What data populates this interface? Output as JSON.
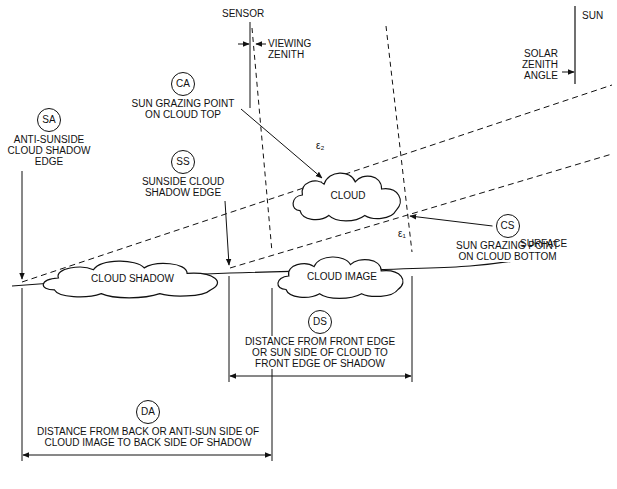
{
  "diagram": {
    "nodes": [
      {
        "text": [
          "CA",
          "SUN GRAZING POINT ON CLOUD TOP"
        ]
      },
      {
        "text": [
          "SA",
          "ANTI-SUNSIDE CLOUD SHADOW EDGE"
        ]
      },
      {
        "text": [
          "SS",
          "SUNSIDE CLOUD SHADOW EDGE"
        ]
      },
      {
        "text": [
          "CLOUD"
        ]
      },
      {
        "text": [
          "CS",
          "SUN GRAZING POINT ON CLOUD BOTTOM"
        ]
      },
      {
        "text": [
          "CLOUD SHADOW"
        ]
      },
      {
        "text": [
          "CLOUD IMAGE"
        ]
      },
      {
        "text": [
          "DS",
          "DISTANCE FROM FRONT EDGE OR SUN SIDE OF CLOUD TO FRONT EDGE OF SHADOW"
        ]
      },
      {
        "text": [
          "DA",
          "DISTANCE FROM BACK OR ANTI-SUN SIDE OF CLOUD IMAGE TO BACK SIDE OF SHADOW"
        ]
      }
    ],
    "labels": [
      "SENSOR",
      "VIEWING ZENITH",
      "SOLAR ZENITH ANGLE",
      "SUN",
      "ε₂",
      "ε₁",
      "SURFACE"
    ]
  }
}
